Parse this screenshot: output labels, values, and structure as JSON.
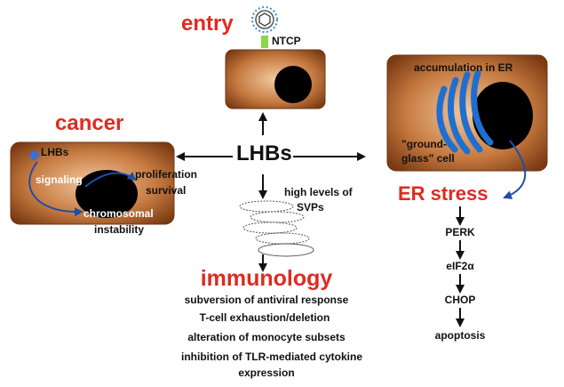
{
  "colors": {
    "cell_edge": "#7a3a12",
    "cell_center": "#f2c9a0",
    "nucleus": "#000000",
    "er_blue": "#1f6fd1",
    "receptor_green": "#8fd24c",
    "virus_blue": "#2e8fd8",
    "heading_red": "#e02a21",
    "arrow": "#111111"
  },
  "icons": {
    "virion": "hbv-virion-icon",
    "receptor": "ntcp-receptor-icon",
    "svp": "svp-particle-icon",
    "lhbs_marker": "lhbs-square-icon"
  },
  "center": {
    "label": "LHBs"
  },
  "entry": {
    "heading": "entry",
    "receptor_label": "NTCP"
  },
  "cancer": {
    "heading": "cancer",
    "lhbs_label": "LHBs",
    "signaling_label": "signaling",
    "proliferation_label": "proliferation",
    "survival_label": "survival",
    "chromosomal_label": "chromosomal",
    "instability_label": "instability"
  },
  "er": {
    "accumulation_label": "accumulation in ER",
    "ground_label": "\"ground-",
    "glass_label": "glass\" cell",
    "heading": "ER stress",
    "pathway": [
      "PERK",
      "eIF2α",
      "CHOP",
      "apoptosis"
    ]
  },
  "svp": {
    "line1": "high levels of",
    "line2": "SVPs"
  },
  "immunology": {
    "heading": "immunology",
    "items": [
      "subversion of antiviral response",
      "T-cell exhaustion/deletion",
      "alteration of monocyte subsets",
      "inhibition of TLR-mediated cytokine",
      "expression"
    ]
  }
}
